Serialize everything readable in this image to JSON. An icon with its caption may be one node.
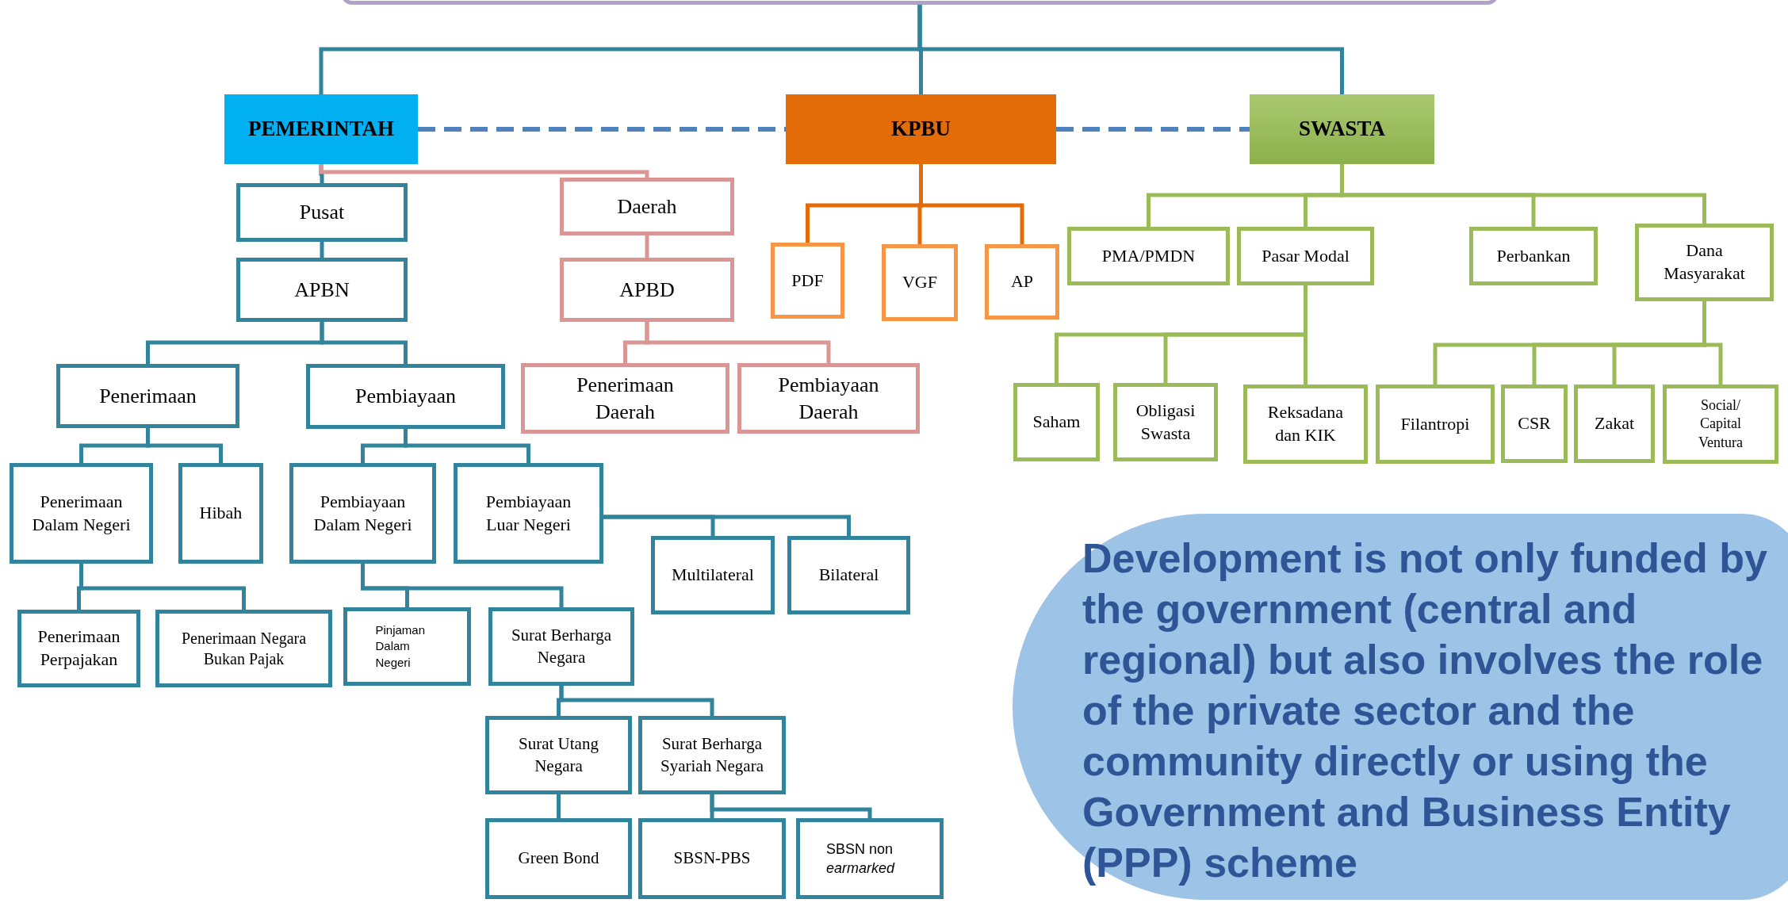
{
  "diagram": {
    "nodes": [
      {
        "text": [],
        "shape": "box"
      },
      {
        "text": [
          "PEMERINTAH"
        ]
      },
      {
        "text": [
          "KPBU"
        ]
      },
      {
        "text": [
          "SWASTA"
        ]
      },
      {
        "text": [
          "Pusat"
        ]
      },
      {
        "text": [
          "Daerah"
        ]
      },
      {
        "text": [
          "PDF"
        ]
      },
      {
        "text": [
          "VGF"
        ]
      },
      {
        "text": [
          "AP"
        ]
      },
      {
        "text": [
          "PMA/PMDN"
        ]
      },
      {
        "text": [
          "Pasar Modal"
        ]
      },
      {
        "text": [
          "Perbankan"
        ]
      },
      {
        "text": [
          "Dana Masyarakat"
        ]
      },
      {
        "text": [
          "APBN"
        ]
      },
      {
        "text": [
          "APBD"
        ]
      },
      {
        "text": [
          "Penerimaan"
        ]
      },
      {
        "text": [
          "Pembiayaan"
        ]
      },
      {
        "text": [
          "Penerimaan Daerah"
        ]
      },
      {
        "text": [
          "Pembiayaan Daerah"
        ]
      },
      {
        "text": [
          "Saham"
        ]
      },
      {
        "text": [
          "Obligasi Swasta"
        ]
      },
      {
        "text": [
          "Reksadana dan KIK"
        ]
      },
      {
        "text": [
          "Filantropi"
        ]
      },
      {
        "text": [
          "CSR"
        ]
      },
      {
        "text": [
          "Zakat"
        ]
      },
      {
        "text": [
          "Social/ Capital Ventura"
        ]
      },
      {
        "text": [
          "Penerimaan Dalam Negeri"
        ]
      },
      {
        "text": [
          "Hibah"
        ]
      },
      {
        "text": [
          "Pembiayaan Dalam Negeri"
        ]
      },
      {
        "text": [
          "Pembiayaan Luar Negeri"
        ]
      },
      {
        "text": [
          "Multilateral"
        ]
      },
      {
        "text": [
          "Bilateral"
        ]
      },
      {
        "text": [
          "Penerimaan Perpajakan"
        ]
      },
      {
        "text": [
          "Penerimaan Negara Bukan Pajak"
        ]
      },
      {
        "text": [
          "Pinjaman Dalam Negeri"
        ]
      },
      {
        "text": [
          "Surat Berharga Negara"
        ]
      },
      {
        "text": [
          "Surat Utang Negara"
        ]
      },
      {
        "text": [
          "Surat Berharga Syariah Negara"
        ]
      },
      {
        "text": [
          "Green Bond"
        ]
      },
      {
        "text": [
          "SBSN-PBS"
        ]
      },
      {
        "text": [
          "SBSN non *earmarked*"
        ]
      },
      {
        "text": [
          "Development is not only funded by the government (central and regional) but also involves the role of the private sector and the community directly or using the Government and Business Entity (PPP) scheme"
        ]
      }
    ],
    "edges": [
      {
        "from": 0,
        "to": 1,
        "arrow": "none"
      },
      {
        "from": 0,
        "to": 2,
        "arrow": "none"
      },
      {
        "from": 0,
        "to": 3,
        "arrow": "none"
      },
      {
        "from": 1,
        "to": 2,
        "arrow": "none",
        "style": "dashed",
        "color": "#4f81bd"
      },
      {
        "from": 2,
        "to": 3,
        "arrow": "none",
        "style": "dashed",
        "color": "#4f81bd"
      },
      {
        "from": 1,
        "to": 4,
        "arrow": "none"
      },
      {
        "from": 1,
        "to": 5,
        "arrow": "none",
        "color": "#d99694"
      },
      {
        "from": 2,
        "to": 6,
        "arrow": "none",
        "color": "#e36c09"
      },
      {
        "from": 2,
        "to": 7,
        "arrow": "none",
        "color": "#e36c09"
      },
      {
        "from": 2,
        "to": 8,
        "arrow": "none",
        "color": "#e36c09"
      },
      {
        "from": 3,
        "to": 9,
        "arrow": "none",
        "color": "#9bbb59"
      },
      {
        "from": 3,
        "to": 10,
        "arrow": "none",
        "color": "#9bbb59"
      },
      {
        "from": 3,
        "to": 11,
        "arrow": "none",
        "color": "#9bbb59"
      },
      {
        "from": 3,
        "to": 12,
        "arrow": "none",
        "color": "#9bbb59"
      },
      {
        "from": 4,
        "to": 13,
        "arrow": "none"
      },
      {
        "from": 5,
        "to": 14,
        "arrow": "none",
        "color": "#d99694"
      },
      {
        "from": 13,
        "to": 15,
        "arrow": "none"
      },
      {
        "from": 13,
        "to": 16,
        "arrow": "none"
      },
      {
        "from": 14,
        "to": 17,
        "arrow": "none",
        "color": "#d99694"
      },
      {
        "from": 14,
        "to": 18,
        "arrow": "none",
        "color": "#d99694"
      },
      {
        "from": 10,
        "to": 19,
        "arrow": "none",
        "color": "#9bbb59"
      },
      {
        "from": 10,
        "to": 20,
        "arrow": "none",
        "color": "#9bbb59"
      },
      {
        "from": 10,
        "to": 21,
        "arrow": "none",
        "color": "#9bbb59"
      },
      {
        "from": 12,
        "to": 22,
        "arrow": "none",
        "color": "#9bbb59"
      },
      {
        "from": 12,
        "to": 23,
        "arrow": "none",
        "color": "#9bbb59"
      },
      {
        "from": 12,
        "to": 24,
        "arrow": "none",
        "color": "#9bbb59"
      },
      {
        "from": 12,
        "to": 25,
        "arrow": "none",
        "color": "#9bbb59"
      },
      {
        "from": 15,
        "to": 26,
        "arrow": "none"
      },
      {
        "from": 15,
        "to": 27,
        "arrow": "none"
      },
      {
        "from": 16,
        "to": 28,
        "arrow": "none"
      },
      {
        "from": 16,
        "to": 29,
        "arrow": "none"
      },
      {
        "from": 29,
        "to": 30,
        "arrow": "none"
      },
      {
        "from": 29,
        "to": 31,
        "arrow": "none"
      },
      {
        "from": 26,
        "to": 32,
        "arrow": "none"
      },
      {
        "from": 26,
        "to": 33,
        "arrow": "none"
      },
      {
        "from": 28,
        "to": 34,
        "arrow": "none"
      },
      {
        "from": 28,
        "to": 35,
        "arrow": "none"
      },
      {
        "from": 35,
        "to": 36,
        "arrow": "none"
      },
      {
        "from": 35,
        "to": 37,
        "arrow": "none"
      },
      {
        "from": 36,
        "to": 38,
        "arrow": "none"
      },
      {
        "from": 37,
        "to": 39,
        "arrow": "none"
      },
      {
        "from": 37,
        "to": 40,
        "arrow": "none"
      }
    ]
  }
}
